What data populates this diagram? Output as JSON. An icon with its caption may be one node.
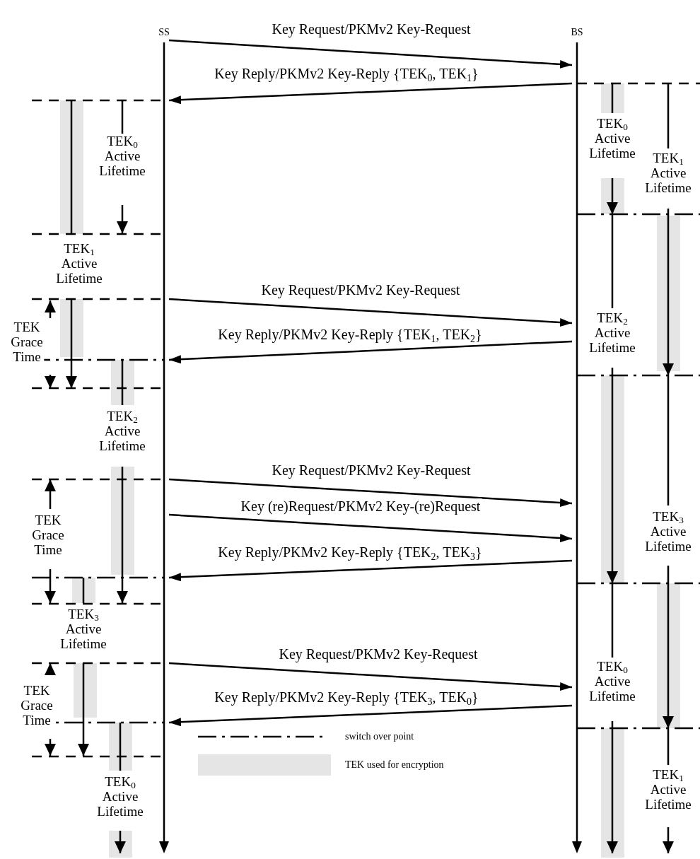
{
  "diagram": {
    "nodes": [
      {
        "text": [],
        "shape": "bar",
        "beside": [
          "SS"
        ]
      },
      {
        "text": [],
        "shape": "bar",
        "beside": [
          "BS"
        ]
      }
    ],
    "edges": [
      {
        "from": 0,
        "to": 1,
        "arrow": "to",
        "label": "Key Request/PKMv2 Key-Request"
      },
      {
        "from": 1,
        "to": 0,
        "arrow": "to",
        "label": "Key Reply/PKMv2 Key-Reply {TEK$_{0}$, TEK$_{1}$}"
      },
      {
        "from": 0,
        "to": 1,
        "arrow": "to",
        "label": "Key Request/PKMv2 Key-Request"
      },
      {
        "from": 1,
        "to": 0,
        "arrow": "to",
        "label": "Key Reply/PKMv2 Key-Reply {TEK$_{1}$, TEK$_{2}$}"
      },
      {
        "from": 0,
        "to": 1,
        "arrow": "to",
        "label": "Key Request/PKMv2 Key-Request"
      },
      {
        "from": 0,
        "to": 1,
        "arrow": "to",
        "label": "Key (re)Request/PKMv2 Key-(re)Request"
      },
      {
        "from": 1,
        "to": 0,
        "arrow": "to",
        "label": "Key Reply/PKMv2 Key-Reply {TEK$_{2}$, TEK$_{3}$}"
      },
      {
        "from": 0,
        "to": 1,
        "arrow": "to",
        "label": "Key Request/PKMv2 Key-Request"
      },
      {
        "from": 1,
        "to": 0,
        "arrow": "to",
        "label": "Key Reply/PKMv2 Key-Reply {TEK$_{3}$, TEK$_{0}$}"
      }
    ],
    "labels": [
      "TEK$_{0}$ Active Lifetime",
      "TEK$_{0}$ Active Lifetime",
      "TEK$_{1}$ Active Lifetime",
      "TEK$_{1}$ Active Lifetime",
      "TEK Grace Time",
      "TEK$_{2}$ Active Lifetime",
      "TEK$_{2}$ Active Lifetime",
      "TEK Grace Time",
      "TEK$_{3}$ Active Lifetime",
      "TEK$_{3}$ Active Lifetime",
      "TEK Grace Time",
      "TEK$_{0}$ Active Lifetime",
      "TEK$_{0}$ Active Lifetime",
      "TEK$_{1}$ Active Lifetime"
    ],
    "legend": [
      {
        "text": "switch over point"
      },
      {
        "text": "TEK used for encryption",
        "color": "#e5e5e5"
      }
    ]
  }
}
